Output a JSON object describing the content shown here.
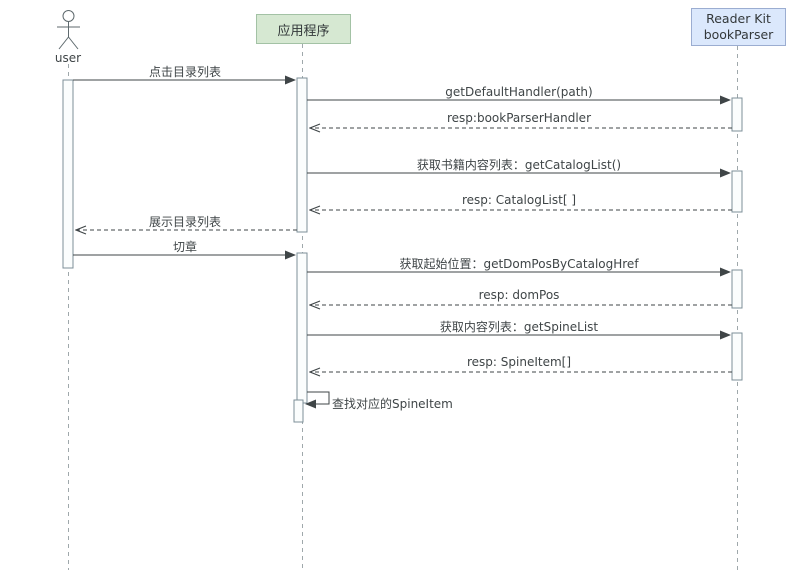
{
  "diagram": {
    "type": "sequence",
    "participants": [
      {
        "id": "user",
        "label": "user",
        "kind": "actor"
      },
      {
        "id": "app",
        "label": "应用程序",
        "kind": "object",
        "fill": "#d6e8d2",
        "border": "#a3c2a5"
      },
      {
        "id": "bookParser",
        "label_line1": "Reader Kit",
        "label_line2": "bookParser",
        "kind": "object",
        "fill": "#dbe8fc",
        "border": "#9badd1"
      }
    ],
    "messages": [
      {
        "from": "user",
        "to": "app",
        "label": "点击目录列表",
        "style": "solid"
      },
      {
        "from": "app",
        "to": "bookParser",
        "label": "getDefaultHandler(path)",
        "style": "solid"
      },
      {
        "from": "bookParser",
        "to": "app",
        "label": "resp:bookParserHandler",
        "style": "dashed-return"
      },
      {
        "from": "app",
        "to": "bookParser",
        "label": "获取书籍内容列表：getCatalogList()",
        "style": "solid"
      },
      {
        "from": "bookParser",
        "to": "app",
        "label": "resp: CatalogList[ ]",
        "style": "dashed-return"
      },
      {
        "from": "app",
        "to": "user",
        "label": "展示目录列表",
        "style": "dashed-return"
      },
      {
        "from": "user",
        "to": "app",
        "label": "切章",
        "style": "solid"
      },
      {
        "from": "app",
        "to": "bookParser",
        "label": "获取起始位置：getDomPosByCatalogHref",
        "style": "solid"
      },
      {
        "from": "bookParser",
        "to": "app",
        "label": "resp: domPos",
        "style": "dashed-return"
      },
      {
        "from": "app",
        "to": "bookParser",
        "label": "获取内容列表：getSpineList",
        "style": "solid"
      },
      {
        "from": "bookParser",
        "to": "app",
        "label": "resp: SpineItem[]",
        "style": "dashed-return"
      },
      {
        "from": "app",
        "to": "app",
        "label": "查找对应的SpineItem",
        "style": "self"
      }
    ]
  }
}
